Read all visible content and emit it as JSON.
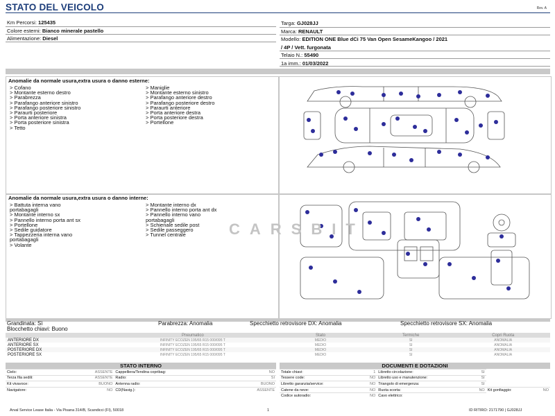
{
  "header": {
    "title": "STATO DEL VEICOLO",
    "rev": "Rev. A"
  },
  "vehicle_left": [
    {
      "label": "Km Percorsi:",
      "value": "125435"
    },
    {
      "label": "Colore esterni:",
      "value": "Bianco minerale pastello"
    },
    {
      "label": "Alimentazione:",
      "value": "Diesel"
    }
  ],
  "vehicle_right": {
    "targa_label": "Targa:",
    "targa": "GJ028JJ",
    "marca_label": "Marca:",
    "marca": "RENAULT",
    "modello_label": "Modello:",
    "modello_1": "EDITION ONE Blue dCi 75 Van Open SesameKangoo / 2021",
    "modello_2": "/ 4P / Vett. furgonata",
    "telaio_label": "Telaio N.:",
    "telaio": "55490",
    "imm_label": "1a imm.:",
    "imm": "01/03/2022"
  },
  "external": {
    "title": "Anomalie da normale usura,extra usura o danno esterne:",
    "col1": [
      "> Cofano",
      "> Montante esterno destro",
      "> Parabrezza",
      "> Parafango anteriore sinistro",
      "> Parafango posteriore sinistro",
      "> Paraurti posteriore",
      "> Porta anteriore sinistra",
      "> Porta posteriore sinistra",
      "> Tetto"
    ],
    "col2": [
      "> Maniglie",
      "> Montante esterno sinistro",
      "> Parafango anteriore destro",
      "> Parafango posteriore destro",
      "> Paraurti anteriore",
      "> Porta anteriore destra",
      "> Porta posteriore destra",
      "> Portellone"
    ]
  },
  "internal": {
    "title": "Anomalie da normale usura,extra usura o danno interne:",
    "col1": [
      "> Battuta interna vano",
      "portabagagli",
      "> Montante interno sx",
      "> Pannello interno porta ant sx",
      "> Portellone",
      "> Sedile guidatore",
      "> Tappezzeria interna vano",
      "portabagagli",
      "> Volante"
    ],
    "col2": [
      "> Montante interno dx",
      "> Pannello interno porta ant dx",
      "> Pannello interno vano",
      "portabagagli",
      "> Schienale sedile post",
      "> Sedile passeggero",
      "> Tunnel centrale"
    ]
  },
  "checks": {
    "grandinata": "Grandinata: Sì",
    "blocchetto": "Blocchetto chiavi: Buono",
    "parabrezza": "Parabrezza: Anomalia",
    "specchio_dx": "Specchietto retrovisore DX: Anomalia",
    "specchio_sx": "Specchietto retrovisore SX: Anomalia"
  },
  "tyres": {
    "headers": [
      "Pneumatico",
      "Stato",
      "Termiche",
      "Copri Ruota"
    ],
    "rows": [
      {
        "pos": "ANTERIORE DX",
        "tyre": "INFINITY ECOZEN 195/65 R15 000/095 T",
        "stato": "MEDIO",
        "term": "SI",
        "copri": "ANOMALIA"
      },
      {
        "pos": "ANTERIORE SX",
        "tyre": "INFINITY ECOZEN 195/65 R15 000/095 T",
        "stato": "MEDIO",
        "term": "SI",
        "copri": "ANOMALIA"
      },
      {
        "pos": "POSTERIORE DX",
        "tyre": "INFINITY ECOZEN 195/65 R15 000/095 T",
        "stato": "MEDIO",
        "term": "SI",
        "copri": "ANOMALIA"
      },
      {
        "pos": "POSTERIORE SX",
        "tyre": "INFINITY ECOZEN 195/65 R15 000/095 T",
        "stato": "MEDIO",
        "term": "SI",
        "copri": "ANOMALIA"
      }
    ]
  },
  "stato_interno": {
    "title": "STATO INTERNO",
    "rows": [
      [
        "Cielo:",
        "ASSENTE",
        "Cappelliera/Tendina copribag:",
        "NO"
      ],
      [
        "Terza fila sedili:",
        "ASSENTE",
        "Radio:",
        "SI"
      ],
      [
        "Kit vivavoce:",
        "BUONO",
        "Antenna radio:",
        "BUONO"
      ],
      [
        "Navigatore:",
        "NO",
        "CD(Navig.):",
        "ASSENTE"
      ]
    ]
  },
  "documenti": {
    "title": "DOCUMENTI E DOTAZIONI",
    "rows": [
      [
        "Totale chiavi:",
        "1",
        "Libretto circolazione:",
        "SI"
      ],
      [
        "Tessere code:",
        "NO",
        "Libretto uso e manutenzione:",
        "SI"
      ],
      [
        "Libretto garanzia/service:",
        "NO",
        "Triangolo di emergenza:",
        "SI"
      ],
      [
        "Catene da neve:",
        "NO",
        "Ruota scorta:",
        "NO",
        "Kit gonfiaggio:",
        "NO"
      ],
      [
        "Codice autoradio:",
        "NO",
        "Cavo elettrico:",
        ""
      ]
    ]
  },
  "footer": {
    "left": "Arval Service Lease Italia - Via Pisana 314/B, Scandicci (FI), 50018",
    "page": "1",
    "right": "ID RITIRO: 2171790 | GJ028JJ"
  },
  "watermark": "CARSBIT",
  "colors": {
    "title": "#1c3d7a",
    "dot": "#2d2d9a",
    "bar": "#c9c9c9"
  }
}
